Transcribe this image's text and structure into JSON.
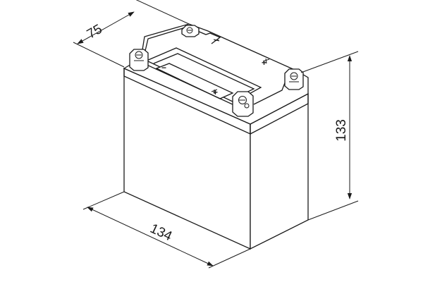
{
  "dimensions": {
    "depth": "75",
    "length": "134",
    "height": "133"
  },
  "terminals": {
    "negative_symbol": "−",
    "positive_symbol": "+"
  }
}
